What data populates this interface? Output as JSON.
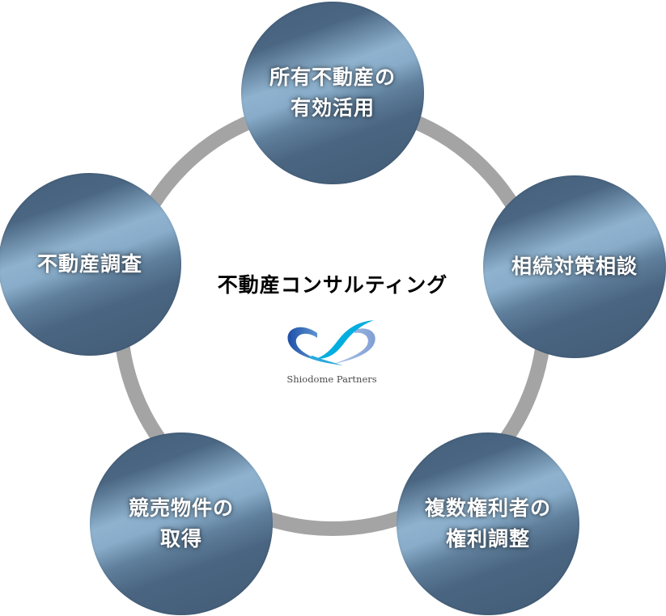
{
  "diagram": {
    "title": "不動産コンサルティング",
    "logo": {
      "icon": "shiodome-partners-logo-icon",
      "text": "Shiodome Partners"
    },
    "colors": {
      "ring": "#a4a4a4",
      "node_dark": "#445f7a",
      "node_light": "#8fb3cf",
      "node_text": "#ffffff",
      "title_text": "#000000",
      "logo_dark_blue": "#1e4fa8",
      "logo_cyan": "#00aee0",
      "logo_light_blue": "#8fa8d8"
    },
    "nodes": [
      {
        "id": "top",
        "label": "所有不動産の\n有効活用"
      },
      {
        "id": "right",
        "label": "相続対策相談"
      },
      {
        "id": "bottom-right",
        "label": "複数権利者の\n権利調整"
      },
      {
        "id": "bottom-left",
        "label": "競売物件の\n取得"
      },
      {
        "id": "left",
        "label": "不動産調査"
      }
    ]
  }
}
